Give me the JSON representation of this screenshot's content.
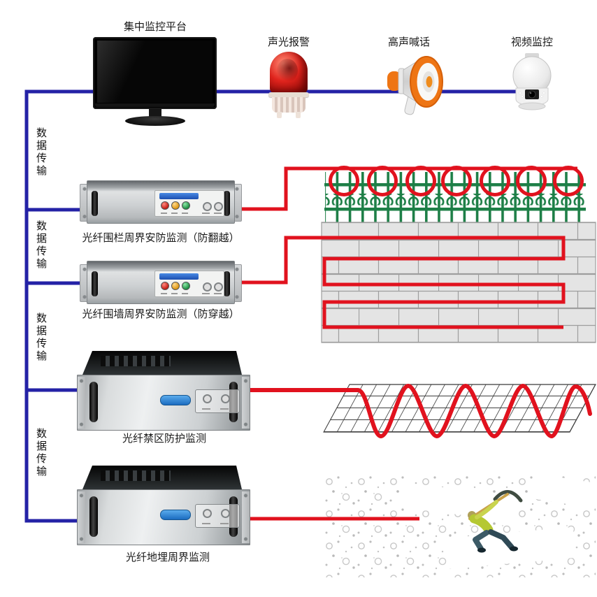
{
  "platform": {
    "label": "集中监控平台"
  },
  "alert_devices": {
    "alarm_label": "声光报警",
    "speaker_label": "高声喊话",
    "camera_label": "视频监控"
  },
  "connections": {
    "data_transmission_label": "数据传输"
  },
  "controllers": [
    {
      "label": "光纤围栏周界安防监测（防翻越）"
    },
    {
      "label": "光纤围墙周界安防监测（防穿越）"
    },
    {
      "label": "光纤禁区防护监测"
    },
    {
      "label": "光纤地埋周界监测"
    }
  ],
  "colors": {
    "connection_blue": "#2422A6",
    "fiber_red": "#E1121E",
    "fence_green": "#1E7F47",
    "brick_gray": "#E4E4E4",
    "panel_blue": "#2B6FD8",
    "label_text": "#1A1A1A"
  },
  "icons": {
    "monitor": "monitor-icon",
    "alarm_beacon": "alarm-beacon-icon",
    "megaphone": "megaphone-icon",
    "dome_camera": "dome-camera-icon",
    "rack_controller": "rack-controller-icon",
    "fence": "fence-illustration",
    "brick_wall": "brick-wall-illustration",
    "ground_net": "ground-net-illustration",
    "buried_ground": "buried-ground-illustration",
    "digging_person": "digging-person-icon"
  }
}
